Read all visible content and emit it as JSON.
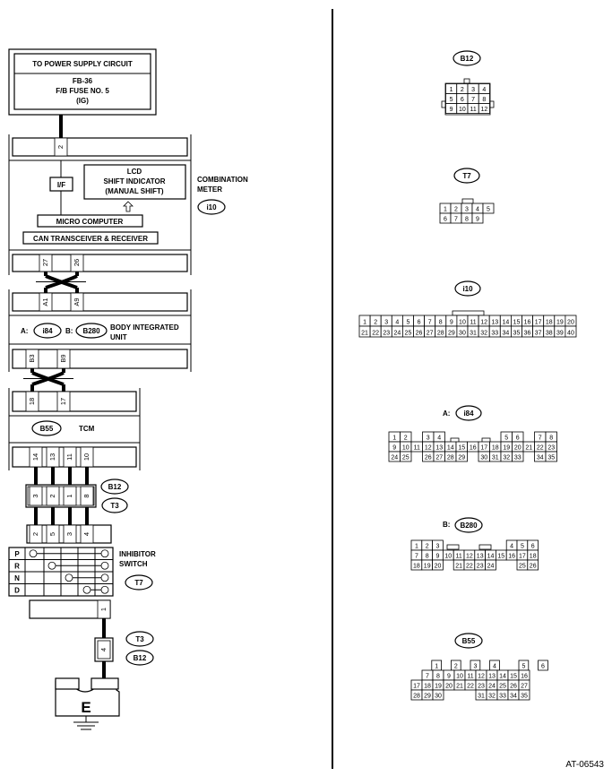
{
  "power": {
    "line1": "TO POWER SUPPLY CIRCUIT",
    "line2": "FB-36",
    "line3": "F/B FUSE NO. 5",
    "line4": "(IG)"
  },
  "meter": {
    "pin_top": "2",
    "if_label": "I/F",
    "lcd1": "LCD",
    "lcd2": "SHIFT INDICATOR",
    "lcd3": "(MANUAL SHIFT)",
    "micro": "MICRO COMPUTER",
    "can": "CAN TRANSCEIVER & RECEIVER",
    "pin_a": "27",
    "pin_b": "26",
    "name1": "COMBINATION",
    "name2": "METER",
    "conn": "i10"
  },
  "biu": {
    "pin_a1": "A1",
    "pin_a9": "A9",
    "a_prefix": "A:",
    "a_conn": "i84",
    "b_prefix": "B:",
    "b_conn": "B280",
    "name1": "BODY INTEGRATED",
    "name2": "UNIT",
    "pin_b3": "B3",
    "pin_b9": "B9"
  },
  "tcm": {
    "pin_18": "18",
    "pin_17": "17",
    "conn": "B55",
    "name": "TCM",
    "pins_bottom": [
      "14",
      "13",
      "11",
      "10"
    ]
  },
  "b12_block": {
    "pins": [
      "3",
      "2",
      "1",
      "8"
    ],
    "conn1": "B12",
    "conn2": "T3"
  },
  "inhibitor": {
    "pins_top": [
      "2",
      "5",
      "3",
      "4"
    ],
    "rows": [
      "P",
      "R",
      "N",
      "D"
    ],
    "name1": "INHIBITOR",
    "name2": "SWITCH",
    "conn": "T7",
    "pin_out": "1"
  },
  "ground": {
    "pin": "4",
    "conn1": "T3",
    "conn2": "B12",
    "label": "E"
  },
  "connectors": {
    "b12": {
      "label": "B12",
      "row1": [
        "1",
        "2",
        "3",
        "4"
      ],
      "row2": [
        "5",
        "6",
        "7",
        "8"
      ],
      "row3": [
        "9",
        "10",
        "11",
        "12"
      ]
    },
    "t7": {
      "label": "T7",
      "row1": [
        "1",
        "2",
        "3",
        "4",
        "5"
      ],
      "row2": [
        "6",
        "7",
        "8",
        "9"
      ]
    },
    "i10": {
      "label": "i10",
      "row1": [
        "1",
        "2",
        "3",
        "4",
        "5",
        "6",
        "7",
        "8",
        "9",
        "10",
        "11",
        "12",
        "13",
        "14",
        "15",
        "16",
        "17",
        "18",
        "19",
        "20"
      ],
      "row2": [
        "21",
        "22",
        "23",
        "24",
        "25",
        "26",
        "27",
        "28",
        "29",
        "30",
        "31",
        "32",
        "33",
        "34",
        "35",
        "36",
        "37",
        "38",
        "39",
        "40"
      ]
    },
    "i84": {
      "prefix": "A:",
      "label": "i84",
      "row1": [
        "1",
        "2",
        "",
        "3",
        "4",
        "",
        "",
        "",
        "",
        "",
        "5",
        "6",
        "",
        "7",
        "8"
      ],
      "row2": [
        "9",
        "10",
        "11",
        "12",
        "13",
        "14",
        "15",
        "16",
        "17",
        "18",
        "19",
        "20",
        "21",
        "22",
        "23"
      ],
      "row3": [
        "24",
        "25",
        "",
        "26",
        "27",
        "28",
        "29",
        "",
        "30",
        "31",
        "32",
        "33",
        "",
        "34",
        "35"
      ]
    },
    "b280": {
      "prefix": "B:",
      "label": "B280",
      "row1": [
        "1",
        "2",
        "3",
        "",
        "",
        "",
        "",
        "",
        "",
        "4",
        "5",
        "6"
      ],
      "row2": [
        "7",
        "8",
        "9",
        "10",
        "11",
        "12",
        "13",
        "14",
        "15",
        "16",
        "17",
        "18"
      ],
      "row3": [
        "18",
        "19",
        "20",
        "",
        "21",
        "22",
        "23",
        "24",
        "",
        "",
        "25",
        "26"
      ]
    },
    "b55": {
      "label": "B55",
      "row1": [
        "",
        "1",
        "",
        "2",
        "",
        "3",
        "",
        "4",
        "",
        "",
        "5",
        "",
        "6"
      ],
      "row2": [
        "",
        "7",
        "8",
        "9",
        "10",
        "11",
        "12",
        "13",
        "14",
        "15",
        "16"
      ],
      "row3": [
        "17",
        "18",
        "19",
        "20",
        "21",
        "22",
        "23",
        "24",
        "25",
        "26",
        "27"
      ],
      "row4": [
        "28",
        "29",
        "30",
        "",
        "",
        "",
        "31",
        "32",
        "33",
        "34",
        "35"
      ]
    }
  },
  "figure_id": "AT-06543"
}
